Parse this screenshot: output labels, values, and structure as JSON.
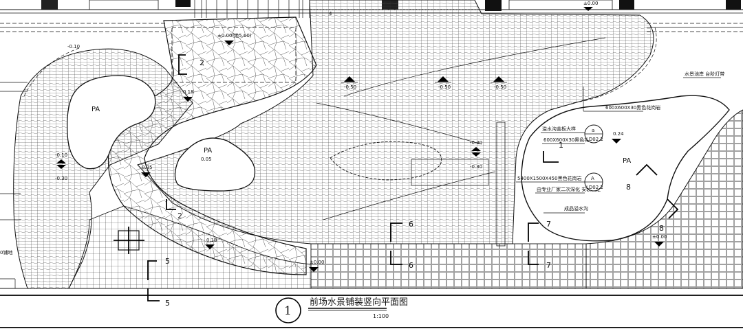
{
  "drawing": {
    "title": "前场水景铺装竖向平面图",
    "scale": "1:100",
    "number": "1"
  },
  "zones": [
    {
      "id": "pa1",
      "label": "PA"
    },
    {
      "id": "pa2",
      "label": "PA",
      "level": "0.05"
    },
    {
      "id": "pa3",
      "label": "PA"
    }
  ],
  "elevations": {
    "e_top": "±0.00(绝5.60)",
    "e_018": "0.18",
    "e_035": "0.35",
    "e_018b": "0.18",
    "e_000a": "±0.00",
    "e_024": "0.24",
    "e_000b": "±0.00",
    "e_top_right": "±0.00",
    "e_small_a": "-0.50",
    "e_small_b": "-0.50",
    "e_small_c": "-0.50",
    "e_left_a": "-0.10",
    "e_left_b": "-0.30",
    "e_mid_a": "-0.30",
    "e_mid_b": "-0.30",
    "e_topleft": "-0.10"
  },
  "annotations": {
    "a1": "水景池岸 台阶灯带",
    "a2": "600X600X30黑色花岗岩",
    "a3": "溢水沟盖板大样",
    "a4": "600X600X30黑色花岗",
    "a5": "5400X1500X450黑色花岗岩",
    "a6": "由专业厂家二次深化 安装固定",
    "a7": "成品溢水沟",
    "a8": "0铺地"
  },
  "detail_refs": [
    {
      "letter": "a",
      "sheet": "LD02.2"
    },
    {
      "letter": "A",
      "sheet": "LD02.2"
    }
  ],
  "section_marks": [
    "2",
    "2",
    "5",
    "5",
    "6",
    "6",
    "7",
    "7",
    "8",
    "8",
    "1",
    "4"
  ]
}
